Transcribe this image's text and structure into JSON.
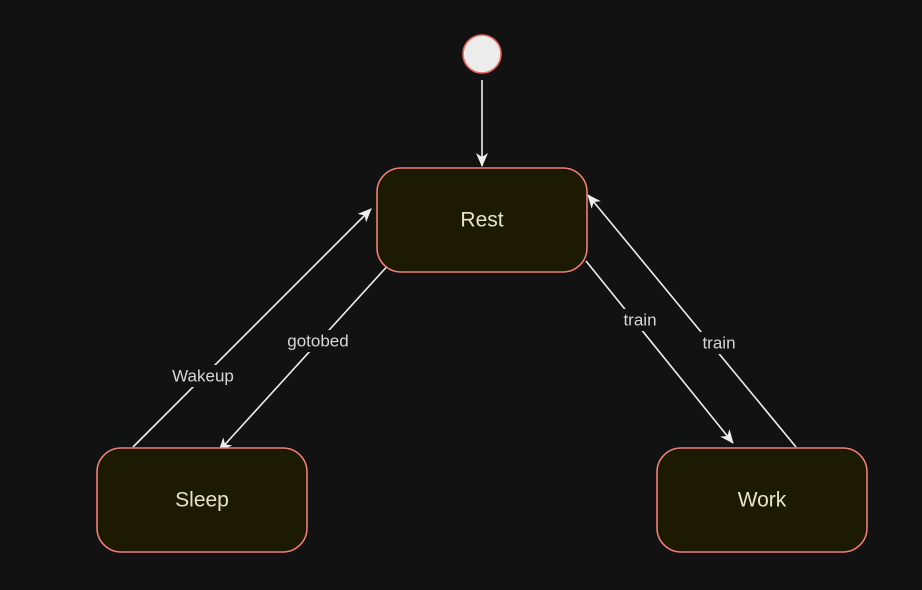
{
  "diagram": {
    "type": "state-diagram",
    "states": {
      "rest": "Rest",
      "sleep": "Sleep",
      "work": "Work"
    },
    "transitions": {
      "gotobed": "gotobed",
      "wakeup": "Wakeup",
      "rest_to_work": "train",
      "work_to_rest": "train"
    }
  },
  "colors": {
    "background": "#121212",
    "state_fill": "#1c1a02",
    "state_border": "#f07e74",
    "initial_fill": "#ececec",
    "initial_border": "#e8665c",
    "edge": "#eeeeee",
    "state_text": "#e8e3c9",
    "edge_text": "#d6d6d6"
  }
}
